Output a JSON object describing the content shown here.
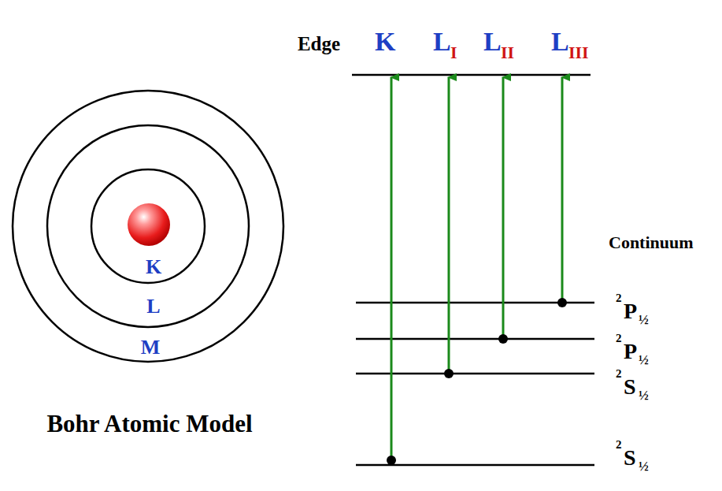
{
  "diagram": {
    "labels": [
      "Edge",
      "K",
      "L",
      "I",
      "L",
      "II",
      "L",
      "III",
      "Continuum",
      "2",
      "P",
      "½",
      "2",
      "P",
      "½",
      "2",
      "S",
      "½",
      "2",
      "S",
      "½",
      "K",
      "L",
      "M",
      "Bohr Atomic Model"
    ]
  }
}
